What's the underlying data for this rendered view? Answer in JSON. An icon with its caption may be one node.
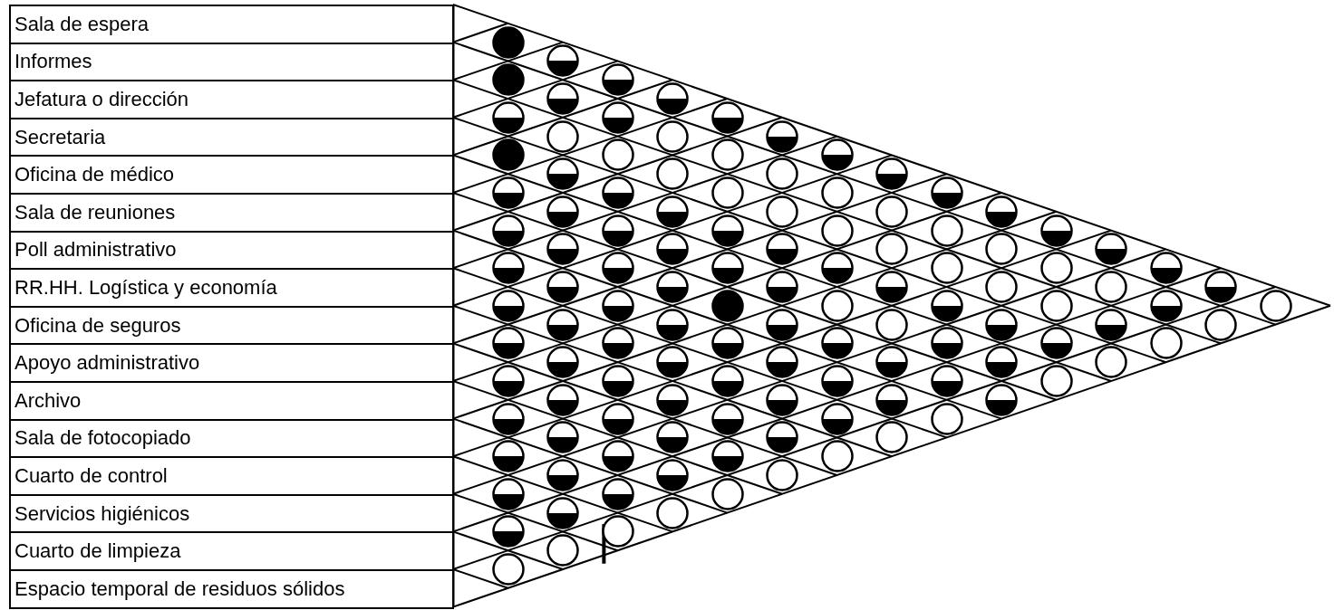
{
  "diagram": {
    "nodes": [
      {
        "text": [
          "Sala de espera"
        ]
      },
      {
        "text": [
          "Informes"
        ]
      },
      {
        "text": [
          "Jefatura o dirección"
        ]
      },
      {
        "text": [
          "Secretaria"
        ]
      },
      {
        "text": [
          "Oficina de médico"
        ]
      },
      {
        "text": [
          "Sala de reuniones"
        ]
      },
      {
        "text": [
          "Poll administrativo"
        ]
      },
      {
        "text": [
          "RR.HH. Logística y economía"
        ]
      },
      {
        "text": [
          "Oficina de seguros"
        ]
      },
      {
        "text": [
          "Apoyo administrativo"
        ]
      },
      {
        "text": [
          "Archivo"
        ]
      },
      {
        "text": [
          "Sala de fotocopiado"
        ]
      },
      {
        "text": [
          "Cuarto de control"
        ]
      },
      {
        "text": [
          "Servicios higiénicos"
        ]
      },
      {
        "text": [
          "Cuarto de limpieza"
        ]
      },
      {
        "text": [
          "Espacio temporal de residuos sólidos"
        ]
      },
      {
        "text": [],
        "shape": "disc"
      },
      {
        "text": [],
        "shape": "halfdisc"
      },
      {
        "text": [],
        "shape": "disc"
      },
      {
        "text": [],
        "shape": "halfdisc"
      },
      {
        "text": [],
        "shape": "halfdisc"
      },
      {
        "text": [],
        "shape": "halfdisc"
      },
      {
        "text": [],
        "shape": "halfdisc"
      },
      {
        "text": [],
        "shape": "halfdisc"
      },
      {
        "text": [],
        "shape": "halfdisc"
      },
      {
        "text": [],
        "shape": "circle"
      },
      {
        "text": [],
        "shape": "circle"
      },
      {
        "text": [],
        "shape": "halfdisc"
      },
      {
        "text": [],
        "shape": "disc"
      },
      {
        "text": [],
        "shape": "circle"
      },
      {
        "text": [],
        "shape": "circle"
      },
      {
        "text": [],
        "shape": "halfdisc"
      },
      {
        "text": [],
        "shape": "halfdisc"
      },
      {
        "text": [],
        "shape": "circle"
      },
      {
        "text": [],
        "shape": "circle"
      },
      {
        "text": [],
        "shape": "halfdisc"
      },
      {
        "text": [],
        "shape": "halfdisc"
      },
      {
        "text": [],
        "shape": "halfdisc"
      },
      {
        "text": [],
        "shape": "circle"
      },
      {
        "text": [],
        "shape": "circle"
      },
      {
        "text": [],
        "shape": "halfdisc"
      },
      {
        "text": [],
        "shape": "halfdisc"
      },
      {
        "text": [],
        "shape": "halfdisc"
      },
      {
        "text": [],
        "shape": "circle"
      },
      {
        "text": [],
        "shape": "circle"
      },
      {
        "text": [],
        "shape": "halfdisc"
      },
      {
        "text": [],
        "shape": "halfdisc"
      },
      {
        "text": [],
        "shape": "halfdisc"
      },
      {
        "text": [],
        "shape": "halfdisc"
      },
      {
        "text": [],
        "shape": "circle"
      },
      {
        "text": [],
        "shape": "circle"
      },
      {
        "text": [],
        "shape": "halfdisc"
      },
      {
        "text": [],
        "shape": "halfdisc"
      },
      {
        "text": [],
        "shape": "halfdisc"
      },
      {
        "text": [],
        "shape": "halfdisc"
      },
      {
        "text": [],
        "shape": "circle"
      },
      {
        "text": [],
        "shape": "circle"
      },
      {
        "text": [],
        "shape": "halfdisc"
      },
      {
        "text": [],
        "shape": "halfdisc"
      },
      {
        "text": [],
        "shape": "halfdisc"
      },
      {
        "text": [],
        "shape": "halfdisc"
      },
      {
        "text": [],
        "shape": "halfdisc"
      },
      {
        "text": [],
        "shape": "circle"
      },
      {
        "text": [],
        "shape": "circle"
      },
      {
        "text": [],
        "shape": "halfdisc"
      },
      {
        "text": [],
        "shape": "halfdisc"
      },
      {
        "text": [],
        "shape": "halfdisc"
      },
      {
        "text": [],
        "shape": "halfdisc"
      },
      {
        "text": [],
        "shape": "halfdisc"
      },
      {
        "text": [],
        "shape": "circle"
      },
      {
        "text": [],
        "shape": "circle"
      },
      {
        "text": [],
        "shape": "halfdisc"
      },
      {
        "text": [],
        "shape": "halfdisc"
      },
      {
        "text": [],
        "shape": "halfdisc"
      },
      {
        "text": [],
        "shape": "disc"
      },
      {
        "text": [],
        "shape": "circle"
      },
      {
        "text": [],
        "shape": "halfdisc"
      },
      {
        "text": [],
        "shape": "circle"
      },
      {
        "text": [],
        "shape": "halfdisc"
      },
      {
        "text": [],
        "shape": "circle"
      },
      {
        "text": [],
        "shape": "halfdisc"
      },
      {
        "text": [],
        "shape": "halfdisc"
      },
      {
        "text": [],
        "shape": "halfdisc"
      },
      {
        "text": [],
        "shape": "circle"
      },
      {
        "text": [],
        "shape": "halfdisc"
      },
      {
        "text": [],
        "shape": "halfdisc"
      },
      {
        "text": [],
        "shape": "circle"
      },
      {
        "text": [],
        "shape": "halfdisc"
      },
      {
        "text": [],
        "shape": "halfdisc"
      },
      {
        "text": [],
        "shape": "halfdisc"
      },
      {
        "text": [],
        "shape": "halfdisc"
      },
      {
        "text": [],
        "shape": "halfdisc"
      },
      {
        "text": [],
        "shape": "halfdisc"
      },
      {
        "text": [],
        "shape": "circle"
      },
      {
        "text": [],
        "shape": "halfdisc"
      },
      {
        "text": [],
        "shape": "halfdisc"
      },
      {
        "text": [],
        "shape": "halfdisc"
      },
      {
        "text": [],
        "shape": "halfdisc"
      },
      {
        "text": [],
        "shape": "halfdisc"
      },
      {
        "text": [],
        "shape": "circle"
      },
      {
        "text": [],
        "shape": "halfdisc"
      },
      {
        "text": [],
        "shape": "halfdisc"
      },
      {
        "text": [],
        "shape": "halfdisc"
      },
      {
        "text": [],
        "shape": "halfdisc"
      },
      {
        "text": [],
        "shape": "halfdisc"
      },
      {
        "text": [],
        "shape": "circle"
      },
      {
        "text": [],
        "shape": "halfdisc"
      },
      {
        "text": [],
        "shape": "halfdisc"
      },
      {
        "text": [],
        "shape": "halfdisc"
      },
      {
        "text": [],
        "shape": "halfdisc"
      },
      {
        "text": [],
        "shape": "halfdisc"
      },
      {
        "text": [],
        "shape": "halfdisc"
      },
      {
        "text": [],
        "shape": "halfdisc"
      },
      {
        "text": [],
        "shape": "halfdisc"
      },
      {
        "text": [],
        "shape": "halfdisc"
      },
      {
        "text": [],
        "shape": "circle"
      },
      {
        "text": [],
        "shape": "halfdisc"
      },
      {
        "text": [],
        "shape": "halfdisc"
      },
      {
        "text": [],
        "shape": "halfdisc"
      },
      {
        "text": [],
        "shape": "circle"
      },
      {
        "text": [],
        "shape": "halfdisc"
      },
      {
        "text": [],
        "shape": "halfdisc"
      },
      {
        "text": [],
        "shape": "halfdisc"
      },
      {
        "text": [],
        "shape": "circle"
      },
      {
        "text": [],
        "shape": "halfdisc"
      },
      {
        "text": [],
        "shape": "halfdisc"
      },
      {
        "text": [],
        "shape": "circle"
      },
      {
        "text": [],
        "shape": "halfdisc"
      },
      {
        "text": [],
        "shape": "halfdisc"
      },
      {
        "text": [],
        "shape": "circle"
      },
      {
        "text": [],
        "shape": "halfdisc"
      },
      {
        "text": [],
        "shape": "circle"
      },
      {
        "text": [],
        "shape": "halfdisc"
      },
      {
        "text": [],
        "shape": "circle"
      },
      {
        "text": [],
        "shape": "circle"
      },
      {
        "text": [],
        "shape": "circle"
      }
    ]
  }
}
